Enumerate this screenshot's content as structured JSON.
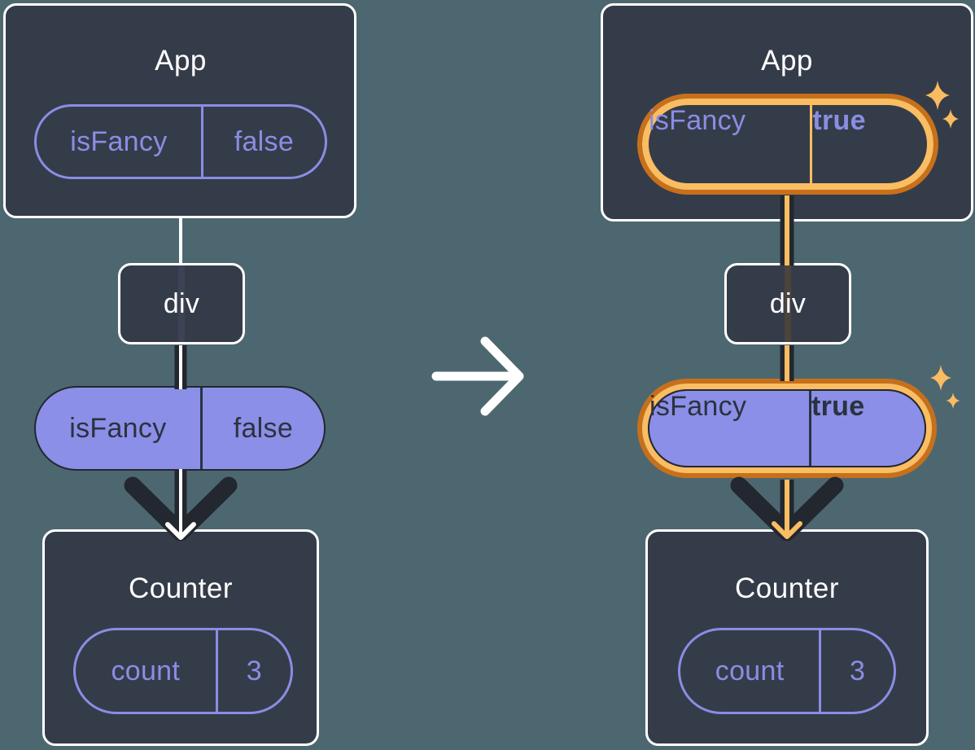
{
  "diagram_title": "Passing state down: isFancy prop flips from false to true",
  "colors": {
    "background": "#4d6770",
    "card_background": "#353c49",
    "card_border": "#ffffff",
    "purple": "#8a8de4",
    "purple_fill": "#8b8fe8",
    "ink": "#23272f",
    "highlight_outline": "#c7701c",
    "highlight": "#fabd62"
  },
  "icons": {
    "transition": "arrow-right-icon",
    "flow": "arrow-down-icon",
    "highlight": "sparkle-icon"
  },
  "panels": {
    "before": {
      "app": {
        "title": "App",
        "prop": {
          "name": "isFancy",
          "value": "false"
        }
      },
      "div_label": "div",
      "passed_prop": {
        "name": "isFancy",
        "value": "false"
      },
      "counter": {
        "title": "Counter",
        "state": {
          "name": "count",
          "value": "3"
        }
      }
    },
    "after": {
      "app": {
        "title": "App",
        "prop": {
          "name": "isFancy",
          "value": "true"
        }
      },
      "div_label": "div",
      "passed_prop": {
        "name": "isFancy",
        "value": "true"
      },
      "counter": {
        "title": "Counter",
        "state": {
          "name": "count",
          "value": "3"
        }
      }
    }
  }
}
